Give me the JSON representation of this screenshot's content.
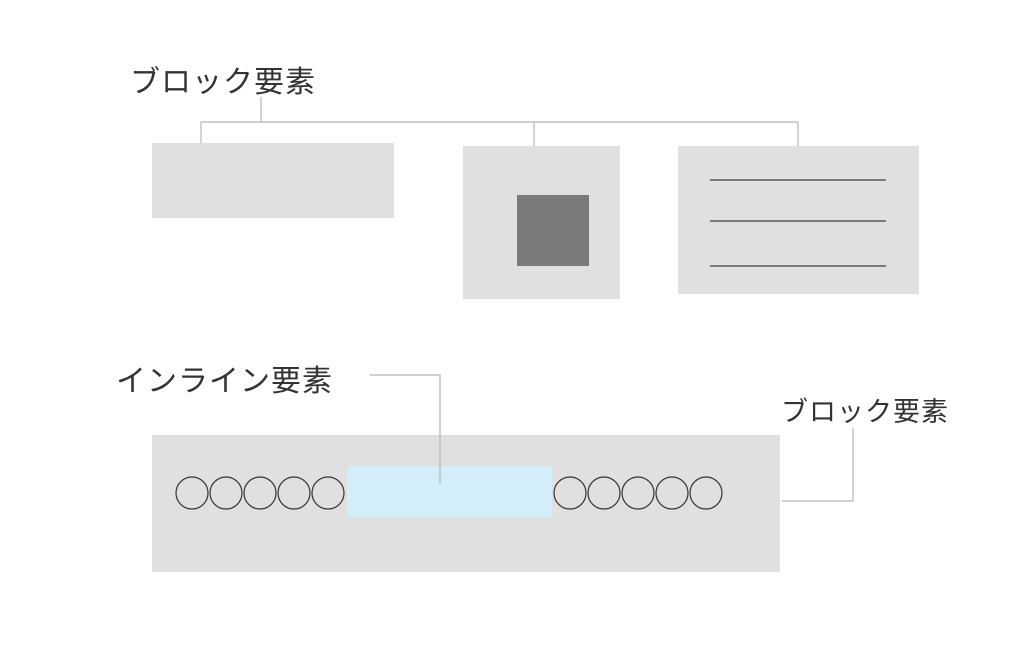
{
  "labels": {
    "block_top": "ブロック要素",
    "inline": "インライン要素",
    "block_bottom": "ブロック要素"
  },
  "colors": {
    "box": "#e0e0e0",
    "inner_square": "#7a7a7a",
    "lines": "#7a7a7a",
    "inline_highlight": "#d3eef9",
    "connector": "#b5b5b5",
    "text": "#333333"
  },
  "inline_row": {
    "circles_before": 5,
    "circles_after": 5
  }
}
